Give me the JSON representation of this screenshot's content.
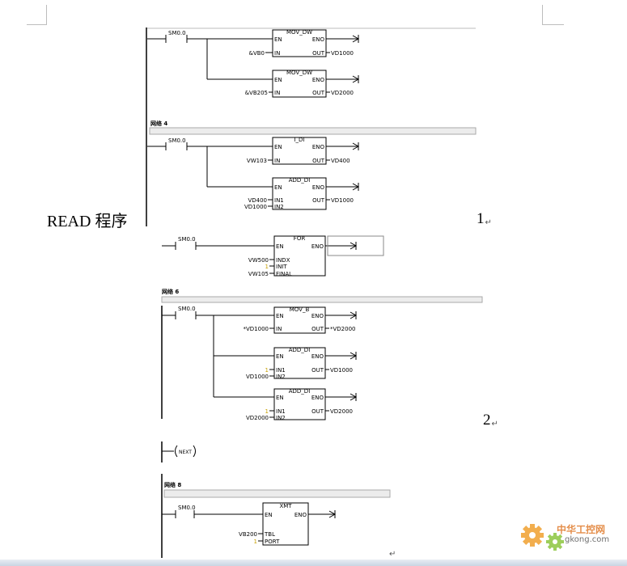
{
  "document": {
    "heading_label": "READ  程序",
    "page_number_1": "1",
    "page_number_2": "2",
    "paragraph_mark": "↵"
  },
  "networks": {
    "net4": "网络 4",
    "net6": "网络 6",
    "net8": "网络 8"
  },
  "contact": "SM0.0",
  "blocks": {
    "mov_dw_1": {
      "title": "MOV_DW",
      "en": "EN",
      "eno": "ENO",
      "in_pin": "IN",
      "out_pin": "OUT",
      "in": "&VB0",
      "out": "VD1000"
    },
    "mov_dw_2": {
      "title": "MOV_DW",
      "en": "EN",
      "eno": "ENO",
      "in_pin": "IN",
      "out_pin": "OUT",
      "in": "&VB205",
      "out": "VD2000"
    },
    "i_di": {
      "title": "I_DI",
      "en": "EN",
      "eno": "ENO",
      "in_pin": "IN",
      "out_pin": "OUT",
      "in": "VW103",
      "out": "VD400"
    },
    "add_di_1": {
      "title": "ADD_DI",
      "en": "EN",
      "eno": "ENO",
      "in1_pin": "IN1",
      "in2_pin": "IN2",
      "out_pin": "OUT",
      "in1": "VD400",
      "in2": "VD1000",
      "out": "VD1000"
    },
    "for": {
      "title": "FOR",
      "en": "EN",
      "eno": "ENO",
      "indx_pin": "INDX",
      "init_pin": "INIT",
      "final_pin": "FINAL",
      "indx": "VW500",
      "init": "1",
      "final": "VW105"
    },
    "mov_b": {
      "title": "MOV_B",
      "en": "EN",
      "eno": "ENO",
      "in_pin": "IN",
      "out_pin": "OUT",
      "in": "*VD1000",
      "out": "*VD2000"
    },
    "add_di_2": {
      "title": "ADD_DI",
      "en": "EN",
      "eno": "ENO",
      "in1_pin": "IN1",
      "in2_pin": "IN2",
      "out_pin": "OUT",
      "in1": "1",
      "in2": "VD1000",
      "out": "VD1000"
    },
    "add_di_3": {
      "title": "ADD_DI",
      "en": "EN",
      "eno": "ENO",
      "in1_pin": "IN1",
      "in2_pin": "IN2",
      "out_pin": "OUT",
      "in1": "1",
      "in2": "VD2000",
      "out": "VD2000"
    },
    "next": {
      "title": "NEXT"
    },
    "xmt": {
      "title": "XMT",
      "en": "EN",
      "eno": "ENO",
      "tbl_pin": "TBL",
      "port_pin": "PORT",
      "tbl": "VB200",
      "port": "1"
    }
  },
  "watermark": {
    "brand": "中华工控网",
    "domain": "gkong.com"
  },
  "colors": {
    "constant": "#c8a000",
    "rail_bar": "#ececec",
    "wire": "#000000"
  }
}
